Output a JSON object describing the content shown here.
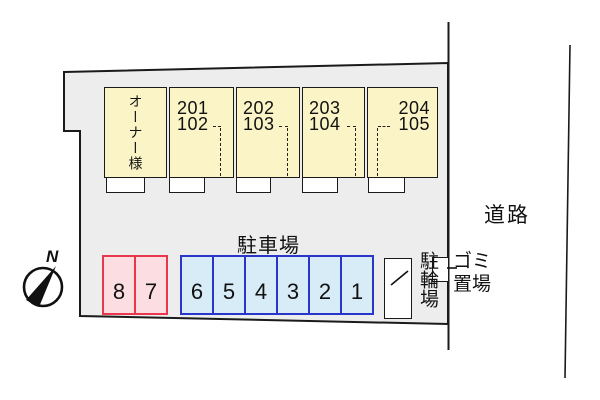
{
  "plan": {
    "compass_label": "N",
    "road_label": "道路",
    "building": {
      "units": [
        {
          "label": "オーナー様"
        },
        {
          "upper": "201",
          "lower": "102"
        },
        {
          "upper": "202",
          "lower": "103"
        },
        {
          "upper": "203",
          "lower": "104"
        },
        {
          "upper": "204",
          "lower": "105"
        }
      ]
    },
    "parking": {
      "title": "駐車場",
      "spaces_pink": [
        "8",
        "7"
      ],
      "spaces_blue": [
        "6",
        "5",
        "4",
        "3",
        "2",
        "1"
      ]
    },
    "bicycle_label": "駐輪場",
    "garbage_label_line1": "ゴミ",
    "garbage_label_line2": "置場"
  },
  "colors": {
    "plot_fill": "#ededed",
    "outline": "#1a1a1a",
    "unit_fill": "#faf4c6",
    "pink_fill": "#fbdde2",
    "pink_border": "#e9374b",
    "blue_fill": "#d8ecf7",
    "blue_border": "#2a35c9"
  }
}
